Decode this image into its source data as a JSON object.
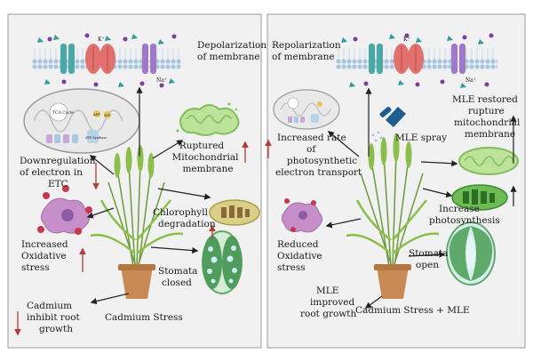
{
  "left_panel": {
    "depolarization": [
      "Depolarization",
      "of membrane"
    ],
    "downregulation": [
      "Downregulation",
      "of electron in",
      "ETC"
    ],
    "ruptured": [
      "Ruptured",
      "Mitochondrial",
      "membrane"
    ],
    "chlorophyll": [
      "Chlorophyll",
      "degradation"
    ],
    "oxidative": [
      "Increased",
      "Oxidative",
      "stress"
    ],
    "stomata": [
      "Stomata",
      "closed"
    ],
    "root": [
      "Cadmium",
      "inhibit root",
      "growth"
    ],
    "stress": "Cadmium Stress",
    "mito_inner_labels": [
      "TCA Cycle",
      "ADP",
      "ATP",
      "ATP Synthase"
    ]
  },
  "right_panel": {
    "repolarization": [
      "Repolarization",
      "of membrane"
    ],
    "photo_rate": [
      "Increased rate",
      "of",
      "photosynthetic",
      "electron transport"
    ],
    "spray": "MLE spray",
    "restored": [
      "MLE restored",
      "rupture",
      "mitochondrial",
      "membrane"
    ],
    "photosynthesis": [
      "Increase",
      "photosynthesis"
    ],
    "oxidative": [
      "Reduced",
      "Oxidative",
      "stress"
    ],
    "stomata": [
      "Stomata",
      "open"
    ],
    "root": [
      "MLE",
      "improved",
      "root growth"
    ],
    "stress": "Cadmium Stress + MLE",
    "ion_labels": [
      "K⁺",
      "Na⁺"
    ]
  },
  "ion_labels_left": [
    "K⁺",
    "Na⁺"
  ],
  "colors": {
    "panel_bg": "#f1f1f1",
    "panel_border": "#9a9a9a",
    "membrane": "#a7c6e0",
    "channel_teal": "#4aa8a6",
    "channel_red": "#e2706c",
    "channel_purple": "#a07ac8",
    "ion_teal": "#2f9c9a",
    "ion_purple": "#7b3f9c",
    "arrow": "#222222",
    "red_arrow": "#b83a34",
    "mito_green": "#7fbf5a",
    "chloroplast_olive": "#a8a04a",
    "stomata_green": "#5faa6a",
    "ros_pink": "#d77ab0",
    "pot": "#c98a55"
  }
}
